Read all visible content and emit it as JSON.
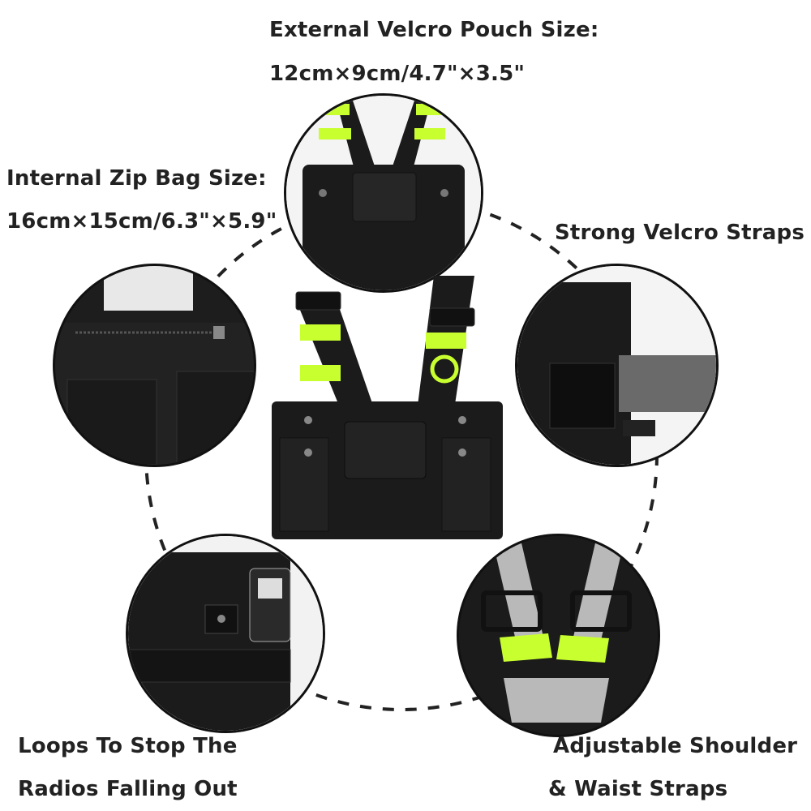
{
  "labels": {
    "external_pouch_title": "External Velcro Pouch Size:",
    "external_pouch_size": "12cm×9cm/4.7\"×3.5\"",
    "internal_zip_title": "Internal Zip Bag Size:",
    "internal_zip_size": "16cm×15cm/6.3\"×5.9\"",
    "velcro_straps": "Strong Velcro Straps",
    "loops_line1": "Loops To Stop The",
    "loops_line2": "Radios Falling Out",
    "adjustable_line1": "Adjustable Shoulder",
    "adjustable_line2": "& Waist Straps"
  },
  "colors": {
    "vest_black": "#1b1b1b",
    "reflective_yellow": "#c8ff2e",
    "reflective_silver": "#b9b9b9",
    "ring_dash": "#222222"
  }
}
